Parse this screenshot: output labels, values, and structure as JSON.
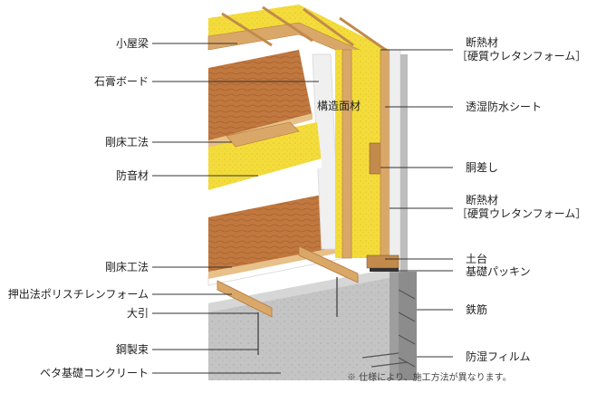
{
  "labels": {
    "left": {
      "koyabari": "小屋梁",
      "sekko_board": "石膏ボード",
      "gosho_kouhou_upper": "剛床工法",
      "bouonzai": "防音材",
      "gosho_kouhou_lower": "剛床工法",
      "polystyrene_foam": "押出法ポリスチレンフォーム",
      "obiki": "大引",
      "kouseizuka": "鋼製束",
      "beta_kiso": "ベタ基礎コンクリート"
    },
    "center": {
      "kouzou_menzai": "構造面材"
    },
    "right": {
      "dannetsu_upper_1": "断熱材",
      "dannetsu_upper_2": "［硬質ウレタンフォーム］",
      "touon_bousui": "透湿防水シート",
      "dousashi": "胴差し",
      "dannetsu_lower_1": "断熱材",
      "dannetsu_lower_2": "［硬質ウレタンフォーム］",
      "dodai": "土台",
      "kiso_packing": "基礎パッキン",
      "tekkin": "鉄筋",
      "boushitsu_film": "防湿フィルム"
    },
    "note": "※ 仕様により、施工方法が異なります。"
  },
  "colors": {
    "wood": "#d9a868",
    "wood_dark": "#b5793c",
    "floor": "#c0783f",
    "insulation": "#f5e14a",
    "board": "#eeeeee",
    "concrete": "#bfbfbf",
    "line": "#333333"
  }
}
